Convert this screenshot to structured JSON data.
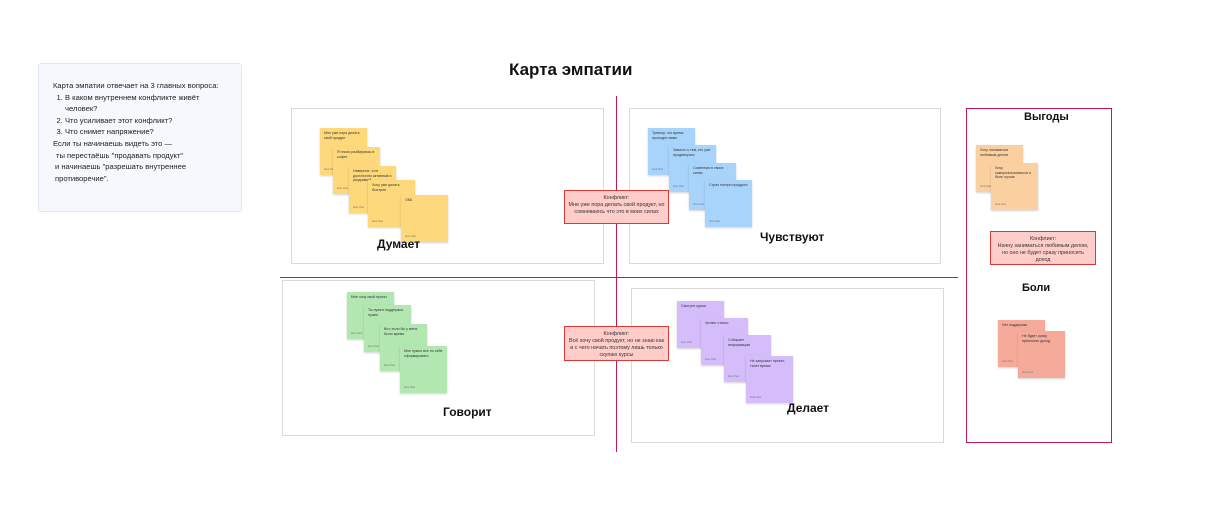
{
  "info": {
    "intro": "Карта эмпатии отвечает на 3 главных вопроса:",
    "questions": [
      "В каком внутреннем конфликте живёт человек?",
      "Что усиливает этот конфликт?",
      "Что снимет напряжение?"
    ],
    "outro_1": "Если ты начинаешь видеть это —",
    "outro_2": "ты перестаёшь \"продавать продукт\"",
    "outro_3": "и начинаешь \"разрешать внутреннее противоречие\"."
  },
  "title": "Карта эмпатии",
  "quadrants": {
    "thinks": {
      "label": "Думает",
      "notes": [
        {
          "text": "Мне уже пора делать свой продукт",
          "author": "Ник Лаз"
        },
        {
          "text": "Я плохо разбираюсь в софте",
          "author": "Ник Лаз"
        },
        {
          "text": "Наверное, я не достаточно активный и усидчивый",
          "author": "Ник Лаз"
        },
        {
          "text": "Хочу уже делать быстрее",
          "author": "Ник Лаз"
        },
        {
          "text": "ОКБ",
          "author": "Ник Лаз"
        }
      ]
    },
    "feels": {
      "label": "Чувствуют",
      "notes": [
        {
          "text": "Тревогу, что время проходит мимо",
          "author": "Ник Лаз"
        },
        {
          "text": "Зависть к тем, кто уже продвинулся",
          "author": "Ник Лаз"
        },
        {
          "text": "Сомнения в своих силах",
          "author": "Ник Лаз"
        },
        {
          "text": "Страх потери продукта",
          "author": "Ник Лаз"
        }
      ]
    },
    "says": {
      "label": "Говорит",
      "notes": [
        {
          "text": "Мне хочу свой проект",
          "author": "Ник Лаз"
        },
        {
          "text": "Ты нужен поддержка нужен",
          "author": "Ник Лаз"
        },
        {
          "text": "Вот, если бы у меня было время",
          "author": "Ник Лаз"
        },
        {
          "text": "Мне нужно все по себе сформировать",
          "author": "Ник Лаз"
        }
      ]
    },
    "does": {
      "label": "Делает",
      "notes": [
        {
          "text": "Смотрит курсы",
          "author": "Ник Лаз"
        },
        {
          "text": "Читает статьи",
          "author": "Ник Лаз"
        },
        {
          "text": "Собирает информацию",
          "author": "Ник Лаз"
        },
        {
          "text": "Не запускает проект, тянет время",
          "author": "Ник Лаз"
        }
      ]
    }
  },
  "conflicts": {
    "top": "Конфликт:\nМне уже пора делать свой продукт, но сомневаюсь что это в моих силах",
    "bottom": "Конфликт:\nВсё хочу свой продукт, но не знаю как и с чего начать поэтому лишь только скупаю курсы",
    "side": "Конфликт:\nНачну заниматься любимым делом, но оно не будет сразу приносить доход"
  },
  "side": {
    "gains_label": "Выгоды",
    "pains_label": "Боли",
    "gains_notes": [
      {
        "text": "Хочу заниматься любимым делом",
        "author": "Ник Лаз"
      },
      {
        "text": "Хочу самореализоваться и быть лучше",
        "author": "Ник Лаз"
      }
    ],
    "pains_notes": [
      {
        "text": "Нет поддержки",
        "author": "Ник Лаз"
      },
      {
        "text": "Не будет сразу приносить доход",
        "author": "Ник Лаз"
      }
    ]
  },
  "colors": {
    "accent_line": "#c2185b",
    "conflict_fill": "#ffcdc9",
    "conflict_border": "#d93a33",
    "sticky_yellow": "#fdd97c",
    "sticky_blue": "#a8d4fb",
    "sticky_green": "#b2e7b2",
    "sticky_purple": "#d5bcfb",
    "sticky_orange": "#fbd0a0",
    "sticky_red": "#f6aa9a"
  }
}
